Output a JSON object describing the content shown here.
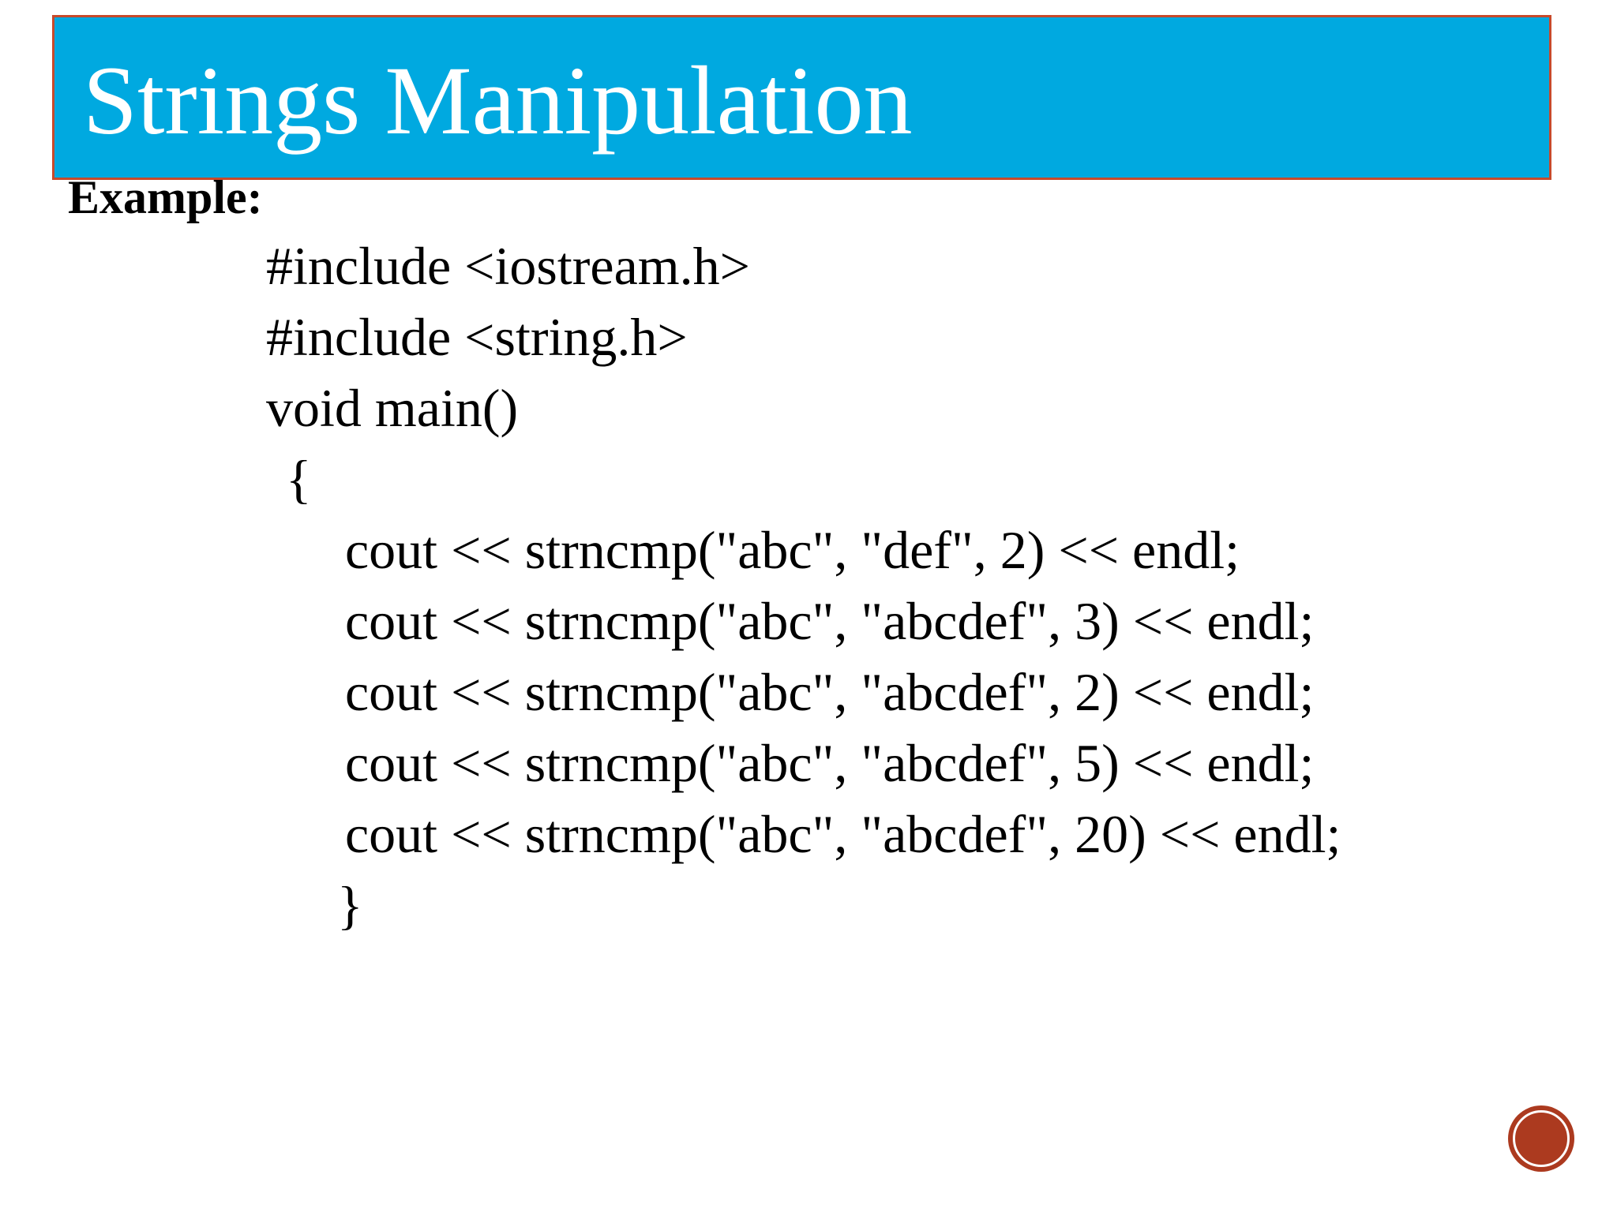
{
  "slide": {
    "title": "Strings Manipulation",
    "example_label": "Example:",
    "code_lines": [
      {
        "text": "#include <iostream.h>"
      },
      {
        "text": "#include <string.h>"
      },
      {
        "text": "void main()"
      },
      {
        "text": "{"
      },
      {
        "text": "cout << strncmp(\"abc\", \"def\", 2) << endl;"
      },
      {
        "text": "cout << strncmp(\"abc\", \"abcdef\", 3) << endl;"
      },
      {
        "text": "cout << strncmp(\"abc\", \"abcdef\", 2) << endl;"
      },
      {
        "text": "cout << strncmp(\"abc\", \"abcdef\", 5) << endl;"
      },
      {
        "text": "cout << strncmp(\"abc\", \"abcdef\", 20) << endl;"
      },
      {
        "text": "}"
      }
    ],
    "colors": {
      "header_fill": "#00A9E0",
      "header_border": "#C84A2B",
      "title_text": "#FFFFFF",
      "body_text": "#000000",
      "decoration_circle": "#AC3A1F"
    }
  }
}
